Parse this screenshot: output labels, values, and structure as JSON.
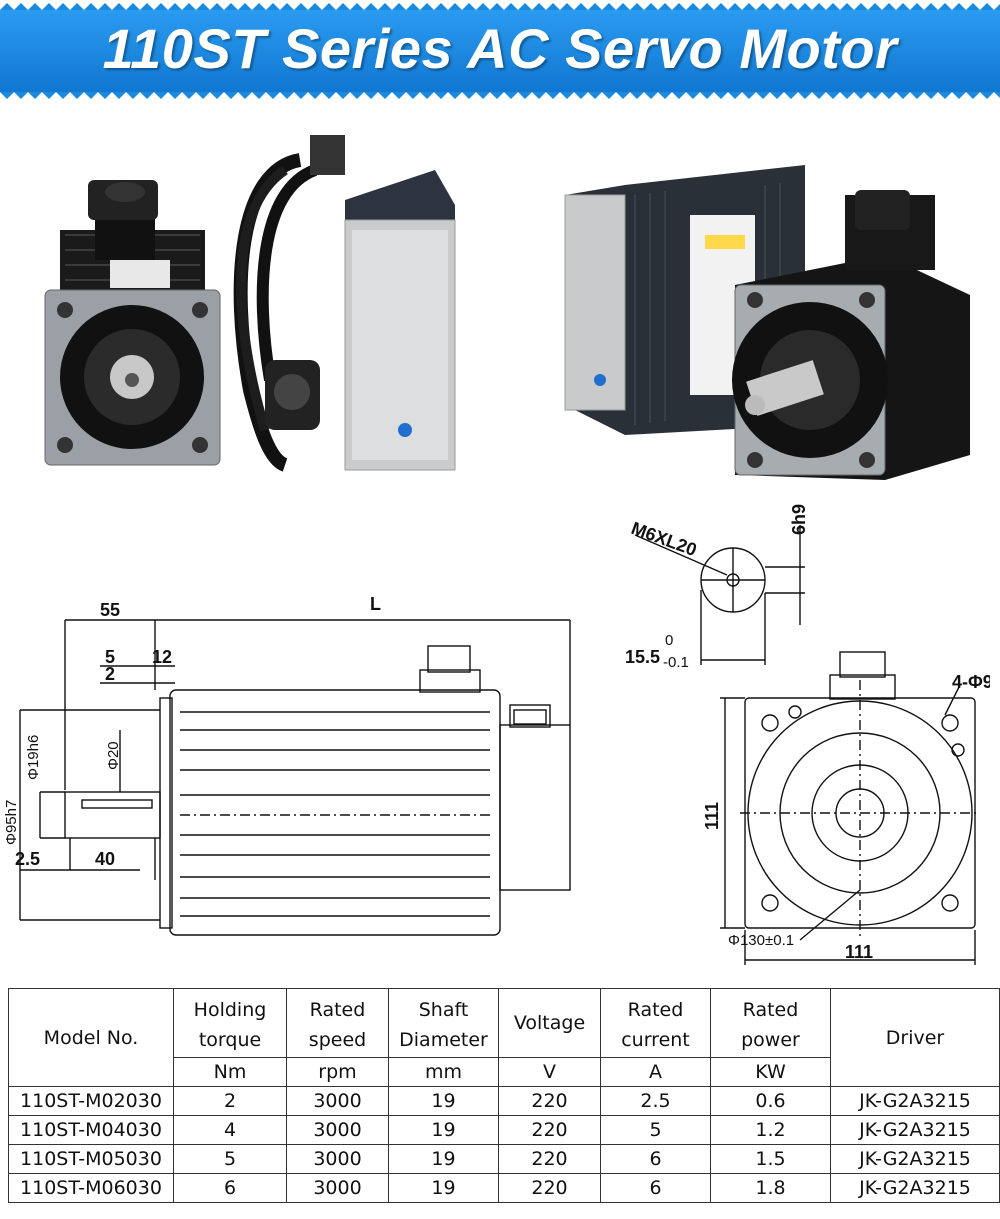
{
  "banner": {
    "title": "110ST Series AC Servo Motor",
    "color": "#1a8ae0"
  },
  "drawing_side": {
    "labels": {
      "L": "L",
      "d55": "55",
      "d5": "5",
      "d12": "12",
      "d2": "2",
      "d20": "Φ20",
      "d19": "Φ19h6",
      "d95": "Φ95h7",
      "d25": "2.5",
      "d40": "40"
    }
  },
  "drawing_shaft": {
    "labels": {
      "thread": "M6XL20",
      "key": "6h9",
      "depth": "15.5",
      "depth_tol_top": "0",
      "depth_tol_bottom": "-0.1"
    }
  },
  "drawing_front": {
    "labels": {
      "holes": "4-Φ9",
      "height": "111",
      "width": "111",
      "circle": "Φ130±0.1"
    }
  },
  "table": {
    "header_top": [
      "Model No.",
      "Holding torque",
      "Rated speed",
      "Shaft Diameter",
      "Voltage",
      "Rated current",
      "Rated power",
      "Driver"
    ],
    "units": [
      "Nm",
      "rpm",
      "mm",
      "V",
      "A",
      "KW"
    ],
    "rows": [
      [
        "110ST-M02030",
        "2",
        "3000",
        "19",
        "220",
        "2.5",
        "0.6",
        "JK-G2A3215"
      ],
      [
        "110ST-M04030",
        "4",
        "3000",
        "19",
        "220",
        "5",
        "1.2",
        "JK-G2A3215"
      ],
      [
        "110ST-M05030",
        "5",
        "3000",
        "19",
        "220",
        "6",
        "1.5",
        "JK-G2A3215"
      ],
      [
        "110ST-M06030",
        "6",
        "3000",
        "19",
        "220",
        "6",
        "1.8",
        "JK-G2A3215"
      ]
    ]
  }
}
